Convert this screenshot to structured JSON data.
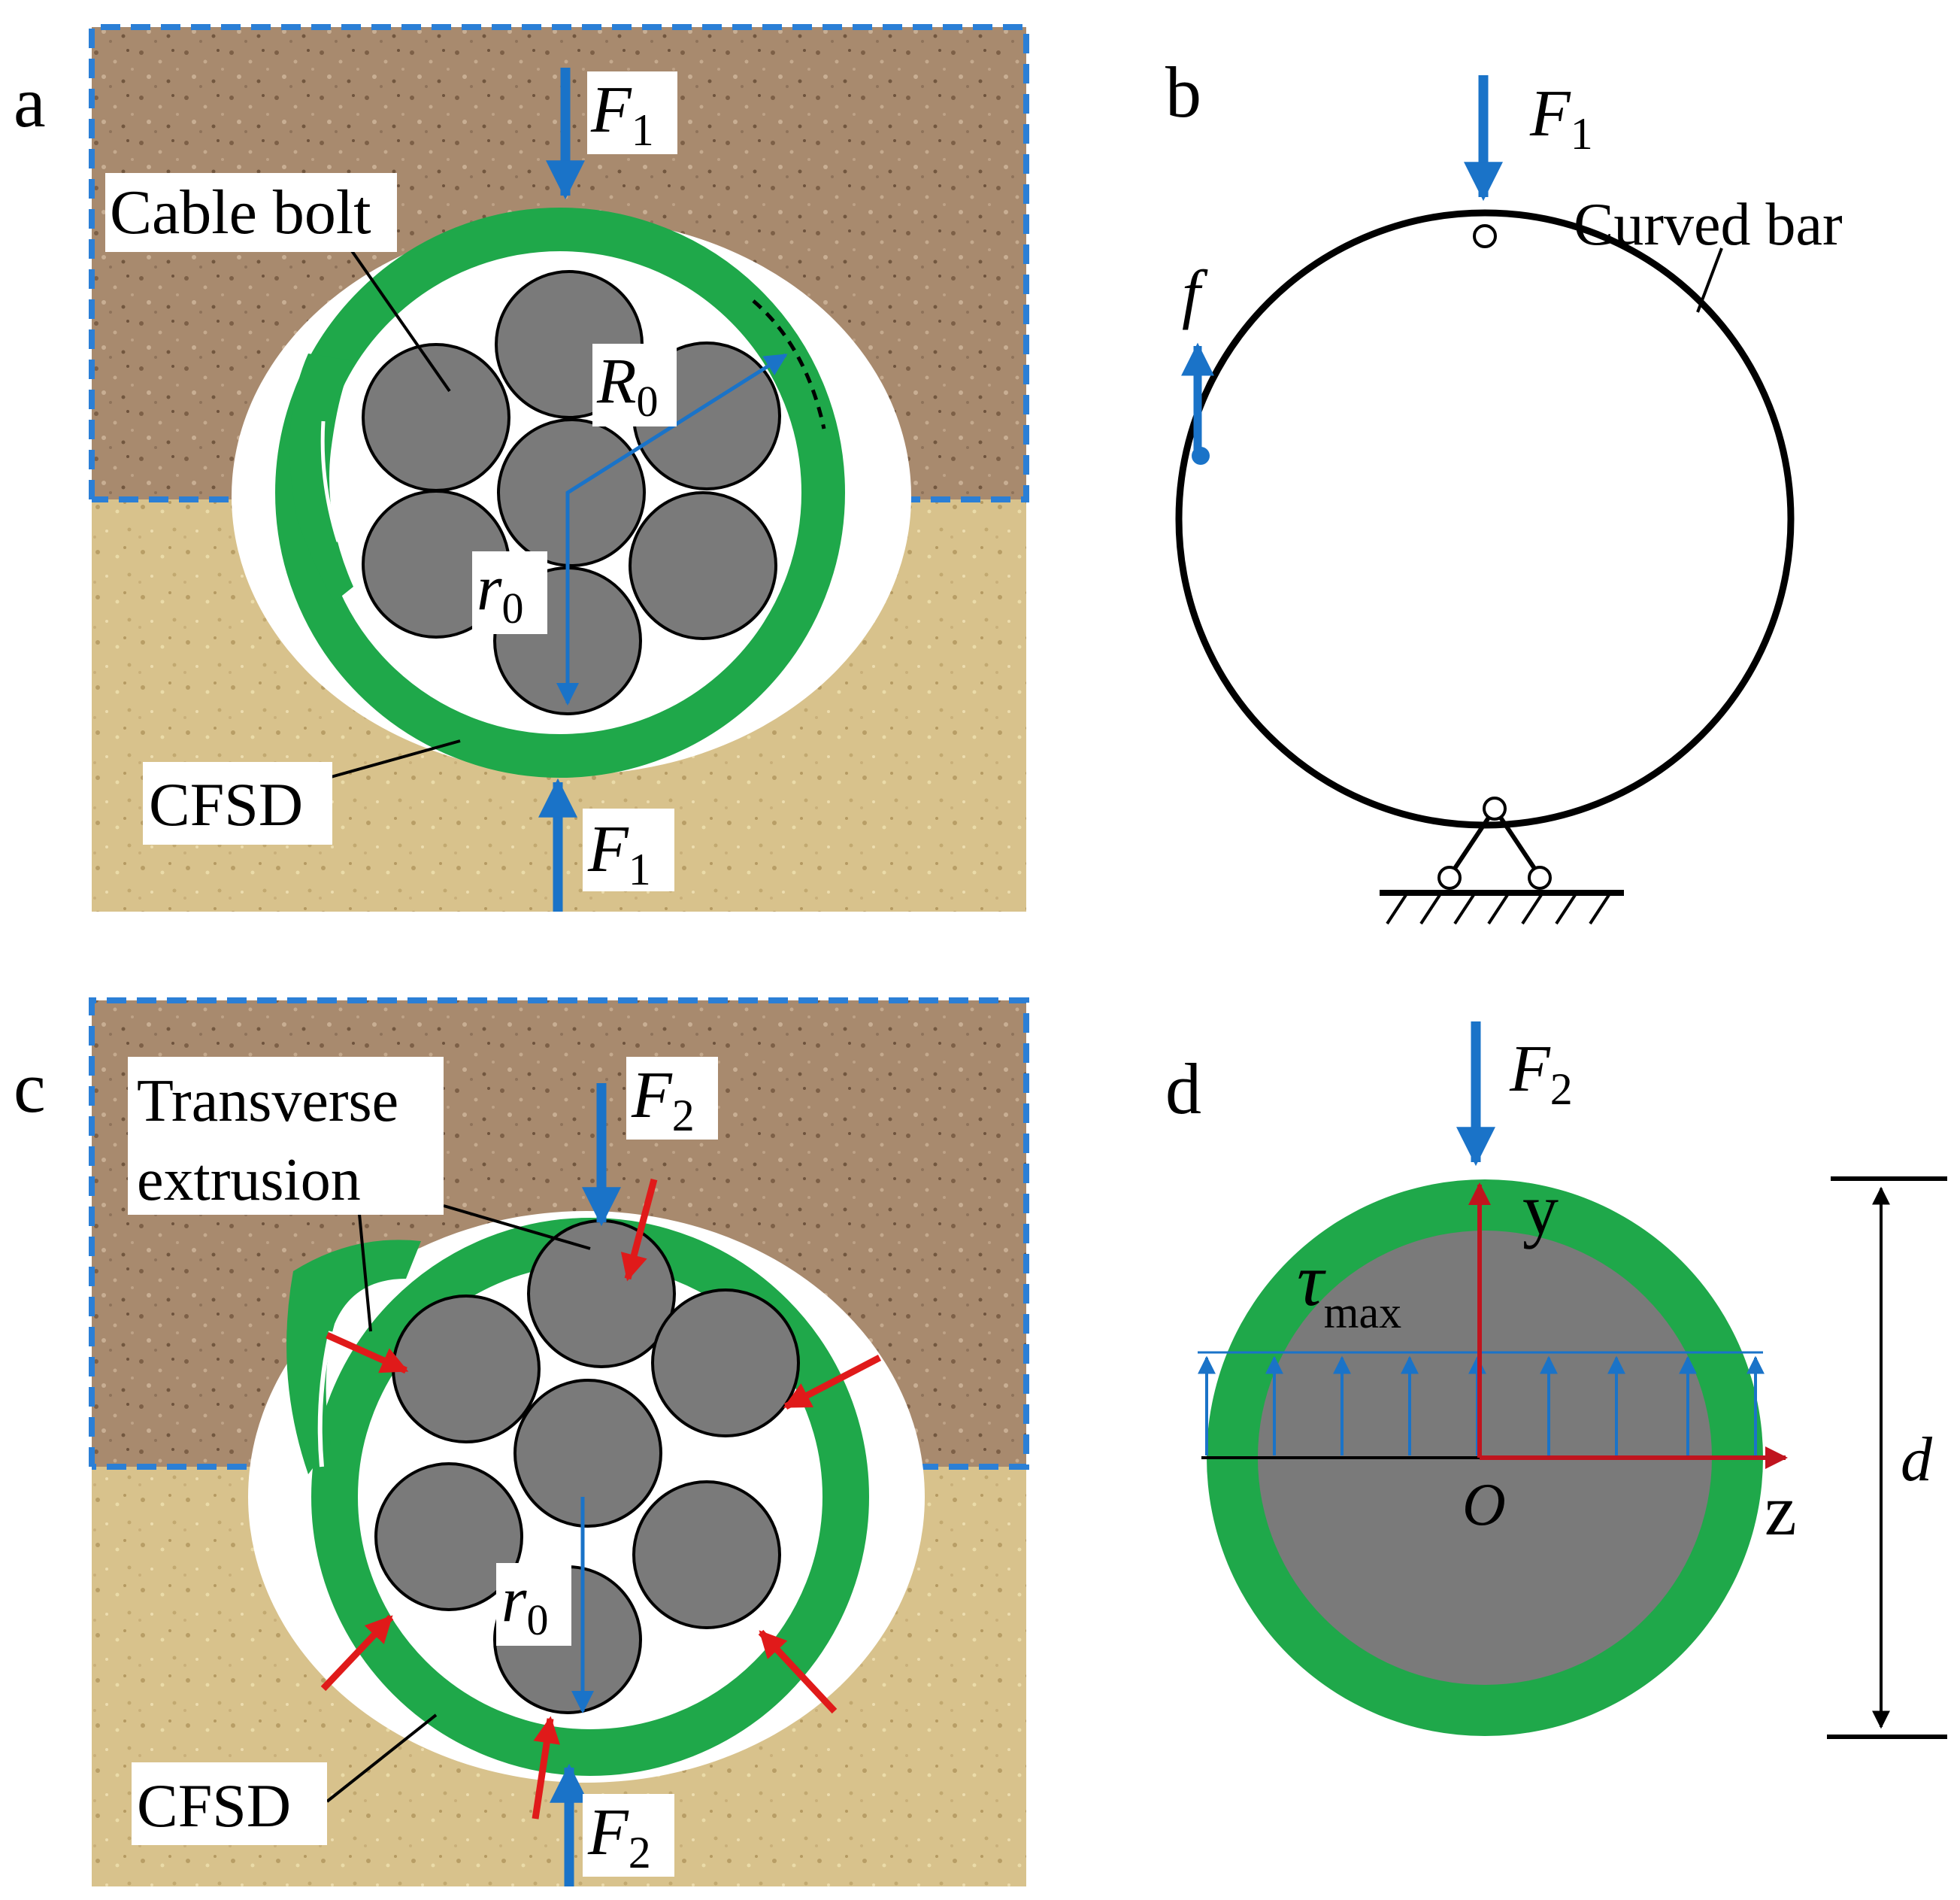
{
  "panels": {
    "a": {
      "letter": "a",
      "force": "F",
      "force_sub": "1",
      "cable_bolt": "Cable bolt",
      "big_radius": "R",
      "big_radius_sub": "0",
      "small_radius": "r",
      "small_radius_sub": "0",
      "cfsd": "CFSD"
    },
    "b": {
      "letter": "b",
      "force": "F",
      "force_sub": "1",
      "curved_bar": "Curved bar",
      "friction": "f"
    },
    "c": {
      "letter": "c",
      "force": "F",
      "force_sub": "2",
      "transverse_line1": "Transverse",
      "transverse_line2": "extrusion",
      "small_radius": "r",
      "small_radius_sub": "0",
      "cfsd": "CFSD"
    },
    "d": {
      "letter": "d",
      "force": "F",
      "force_sub": "2",
      "y_axis": "y",
      "z_axis": "z",
      "origin": "O",
      "tau": "τ",
      "tau_sub": "max",
      "diameter": "d"
    }
  },
  "colors": {
    "upper_rock": "#a88a6e",
    "lower_rock": "#d8c28c",
    "cfsd_green": "#1fa84a",
    "strand_gray": "#7a7a7a",
    "force_blue": "#1a73c8",
    "extrusion_red": "#e01a1a",
    "axis_red": "#c0141e",
    "dash_border": "#2b7fd6"
  }
}
